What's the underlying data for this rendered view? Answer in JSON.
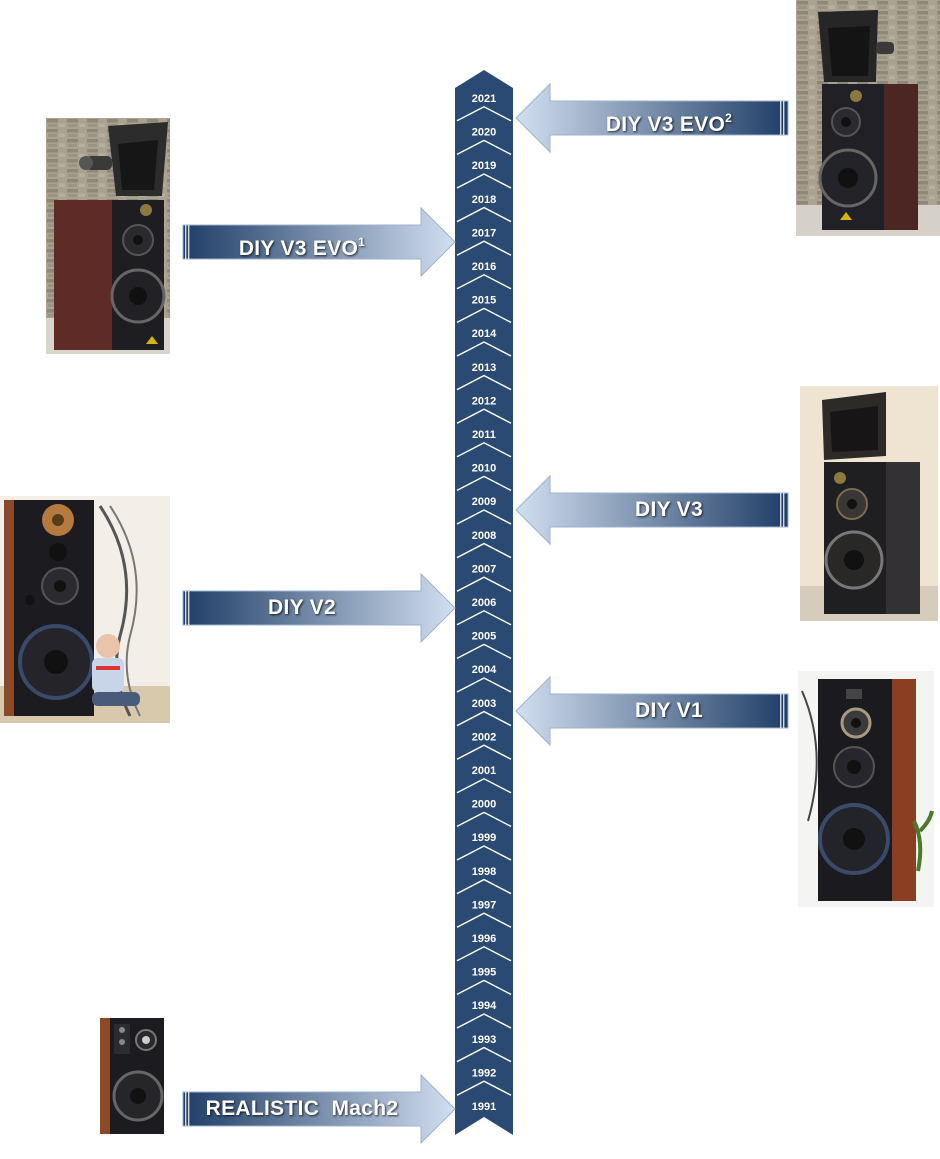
{
  "colors": {
    "timeline_fill": "#2b4a73",
    "chevron_line": "#ffffff",
    "arrow_dark": "#1f3d66",
    "arrow_light": "#d2dff0",
    "label_text": "#ffffff"
  },
  "timeline": {
    "years": [
      "2021",
      "2020",
      "2019",
      "2018",
      "2017",
      "2016",
      "2015",
      "2014",
      "2013",
      "2012",
      "2011",
      "2010",
      "2009",
      "2008",
      "2007",
      "2006",
      "2005",
      "2004",
      "2003",
      "2002",
      "2001",
      "2000",
      "1999",
      "1998",
      "1997",
      "1996",
      "1995",
      "1994",
      "1993",
      "1992",
      "1991"
    ]
  },
  "milestones": [
    {
      "id": "diy-v3-evo2",
      "label": "DIY V3 EVO",
      "sup": "2",
      "year": "2020",
      "side": "right"
    },
    {
      "id": "diy-v3-evo1",
      "label": "DIY V3 EVO",
      "sup": "1",
      "year": "2017",
      "side": "left"
    },
    {
      "id": "diy-v3",
      "label": "DIY V3",
      "sup": "",
      "year": "2009",
      "side": "right"
    },
    {
      "id": "diy-v2",
      "label": "DIY V2",
      "sup": "",
      "year": "2006",
      "side": "left"
    },
    {
      "id": "diy-v1",
      "label": "DIY V1",
      "sup": "",
      "year": "2003",
      "side": "right"
    },
    {
      "id": "realistic-mach2",
      "label": "REALISTIC  Mach2",
      "sup": "",
      "year": "1991",
      "side": "left"
    }
  ]
}
